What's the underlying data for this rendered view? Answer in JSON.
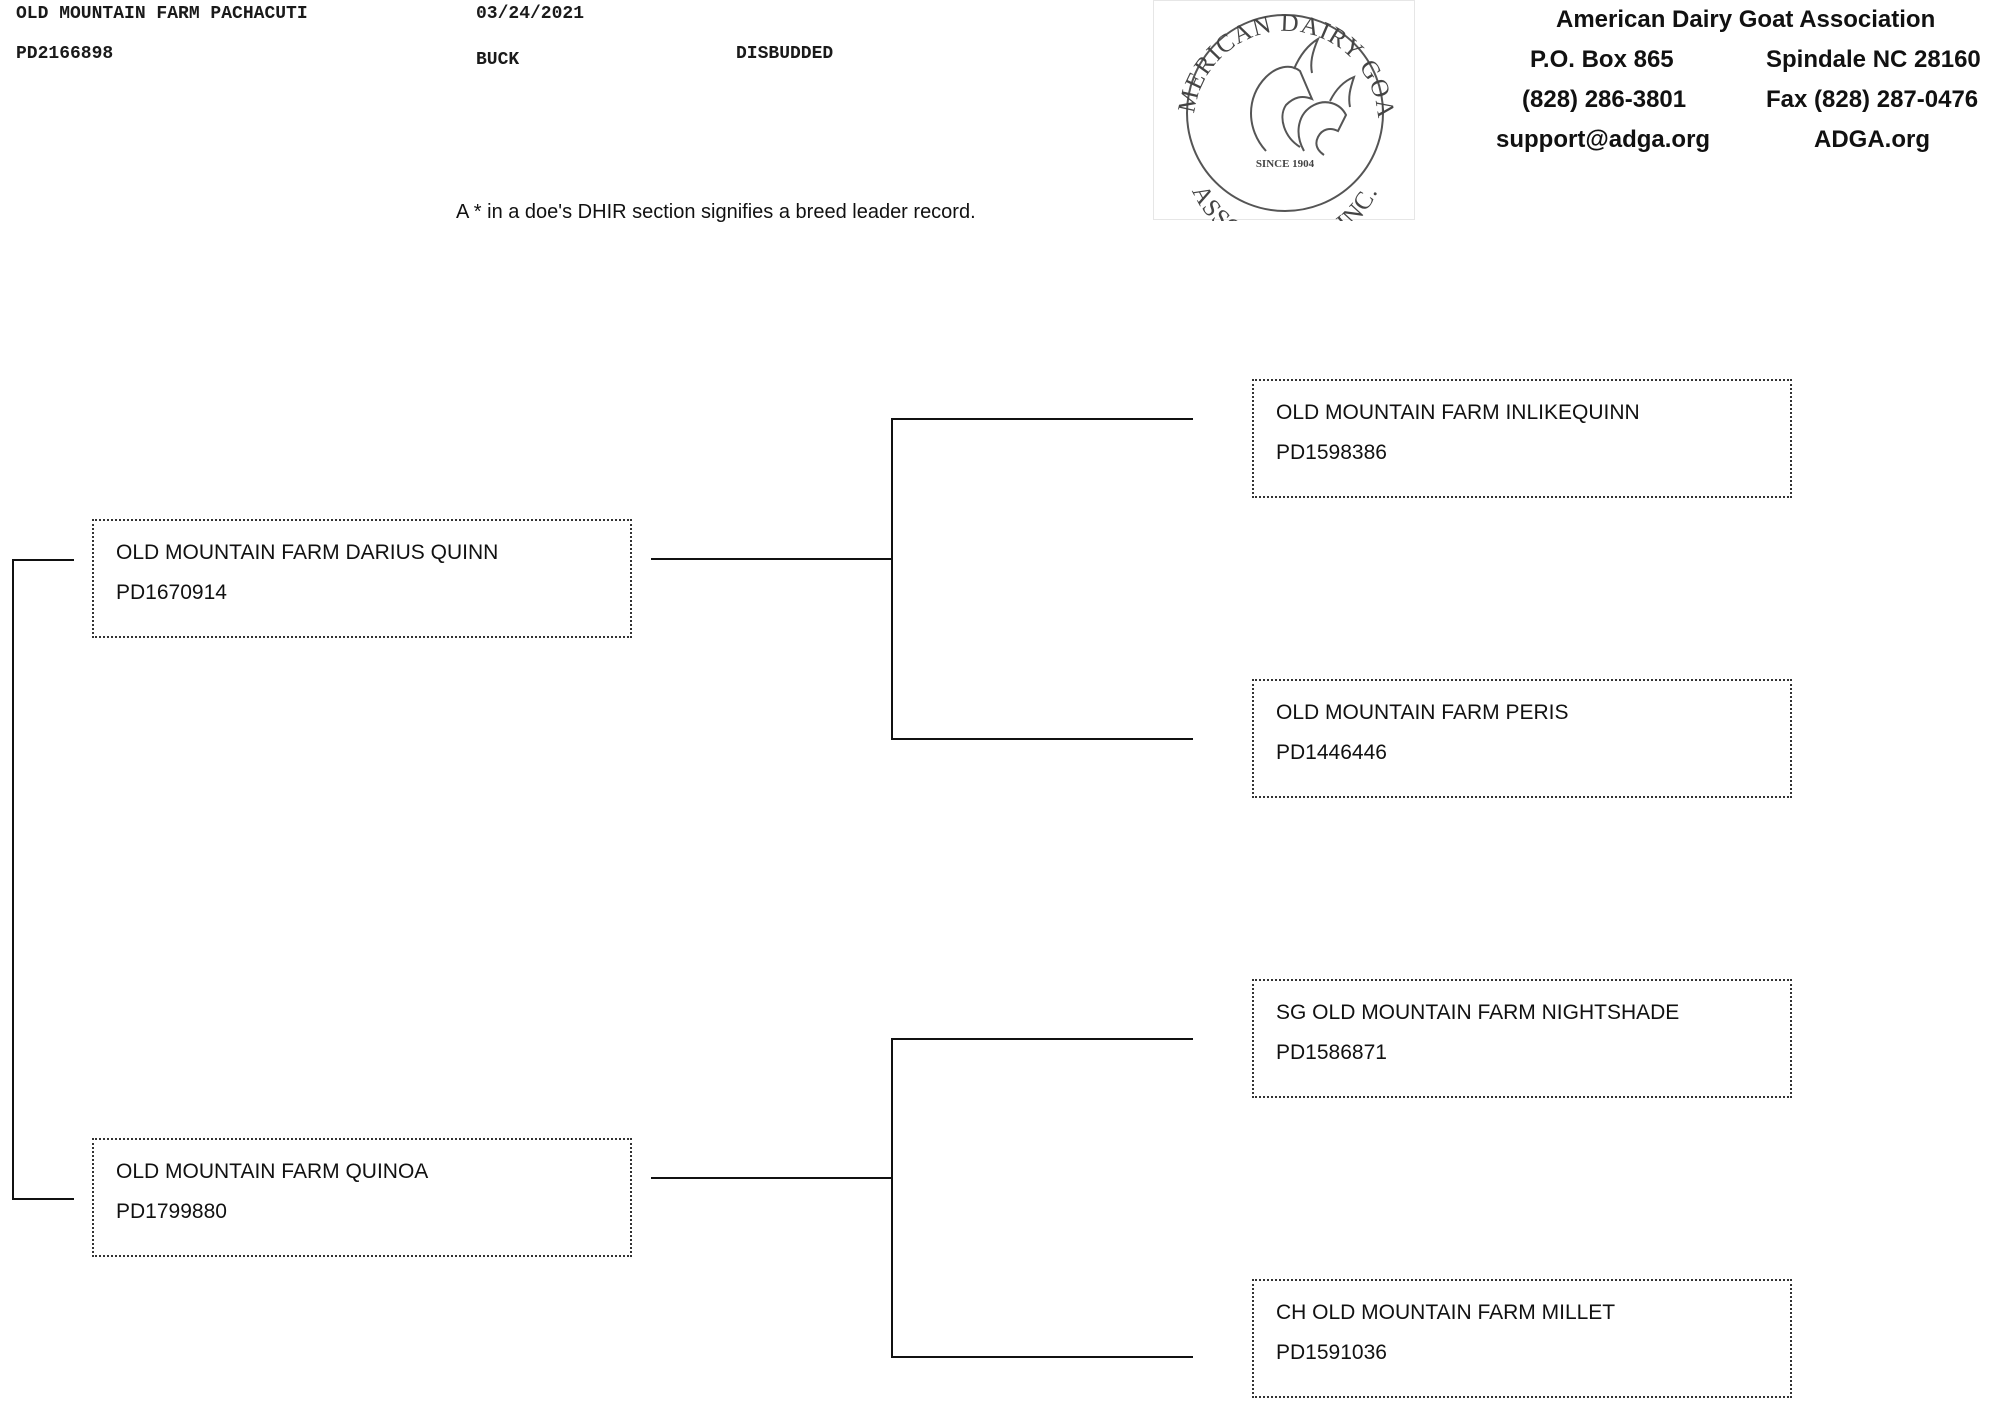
{
  "animal": {
    "name": "OLD MOUNTAIN FARM PACHACUTI",
    "registration": "PD2166898",
    "birth_date": "03/24/2021",
    "sex": "BUCK",
    "horn_status": "DISBUDDED"
  },
  "association": {
    "name": "American Dairy Goat Association",
    "po_box": "P.O. Box 865",
    "city": "Spindale NC 28160",
    "phone": "(828) 286-3801",
    "fax": "Fax (828) 287-0476",
    "email": "support@adga.org",
    "website": "ADGA.org",
    "logo_top_text": "AMERICAN DAIRY GOAT",
    "logo_bottom_text": "ASSOCIATION INC.",
    "logo_since": "SINCE 1904"
  },
  "note": "A * in a doe's DHIR section signifies a breed leader record.",
  "sire": {
    "name": "OLD MOUNTAIN FARM DARIUS QUINN",
    "registration": "PD1670914"
  },
  "dam": {
    "name": "OLD MOUNTAIN FARM QUINOA",
    "registration": "PD1799880"
  },
  "sire_sire": {
    "name": "OLD MOUNTAIN FARM INLIKEQUINN",
    "registration": "PD1598386"
  },
  "sire_dam": {
    "name": "OLD MOUNTAIN FARM PERIS",
    "registration": "PD1446446"
  },
  "dam_sire": {
    "name": "SG OLD MOUNTAIN FARM NIGHTSHADE",
    "registration": "PD1586871"
  },
  "dam_dam": {
    "name": "CH OLD MOUNTAIN FARM MILLET",
    "registration": "PD1591036"
  }
}
